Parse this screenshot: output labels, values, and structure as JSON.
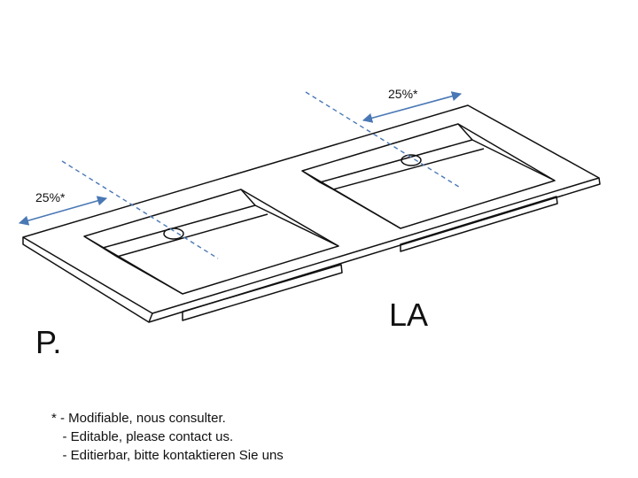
{
  "dimension_left": "25%*",
  "dimension_right": "25%*",
  "label_front": "P.",
  "label_width": "LA",
  "footnote": [
    "* - Modifiable, nous consulter.",
    "   - Editable, please contact us.",
    "   - Editierbar, bitte kontaktieren Sie uns"
  ],
  "colors": {
    "line": "#111111",
    "dimension": "#4a78b5"
  }
}
